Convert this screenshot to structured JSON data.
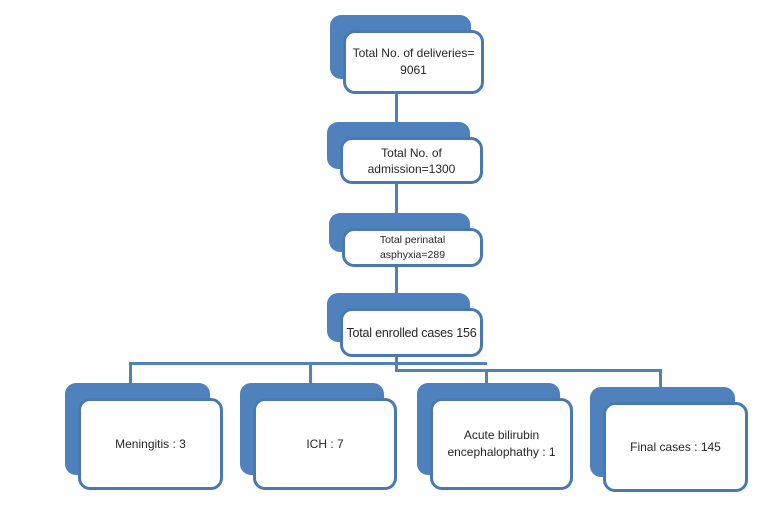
{
  "colors": {
    "shape_blue": "#4f81bd",
    "shape_border": "#4a79b2",
    "connector": "#4f81bd",
    "text": "#262626",
    "background": "#ffffff"
  },
  "nodes": [
    {
      "id": "total-deliveries",
      "lines": [
        "Total No. of deliveries=",
        "9061"
      ]
    },
    {
      "id": "total-admission",
      "lines": [
        "Total No. of",
        "admission=1300"
      ]
    },
    {
      "id": "total-perinatal-asphyxia",
      "lines": [
        "Total perinatal",
        "asphyxia=289"
      ]
    },
    {
      "id": "total-enrolled-cases",
      "lines": [
        "Total enrolled cases 156"
      ]
    },
    {
      "id": "meningitis",
      "lines": [
        "Meningitis : 3"
      ]
    },
    {
      "id": "ich",
      "lines": [
        "ICH : 7"
      ]
    },
    {
      "id": "acute-bilirubin-encephalopathy",
      "lines": [
        "Acute bilirubin",
        "encephalophathy : 1"
      ]
    },
    {
      "id": "final-cases",
      "lines": [
        "Final cases : 145"
      ]
    }
  ]
}
